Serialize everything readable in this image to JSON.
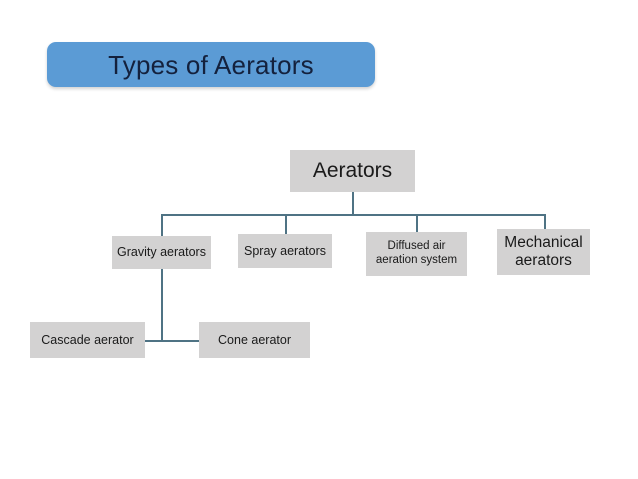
{
  "slide": {
    "title": "Types of Aerators",
    "title_color": "#5b9bd5",
    "title_text_color": "#14213d",
    "background_color": "#ffffff",
    "node_fill_color": "#d3d2d2",
    "connector_color": "#4f7384"
  },
  "diagram": {
    "type": "org-chart",
    "root": {
      "label": "Aerators"
    },
    "level2": [
      {
        "label": "Gravity aerators"
      },
      {
        "label": "Spray aerators"
      },
      {
        "label": "Diffused air aeration system"
      },
      {
        "label": "Mechanical aerators"
      }
    ],
    "level3": [
      {
        "label": "Cascade aerator",
        "parent": "Gravity aerators"
      },
      {
        "label": "Cone aerator",
        "parent": "Gravity aerators"
      }
    ]
  }
}
